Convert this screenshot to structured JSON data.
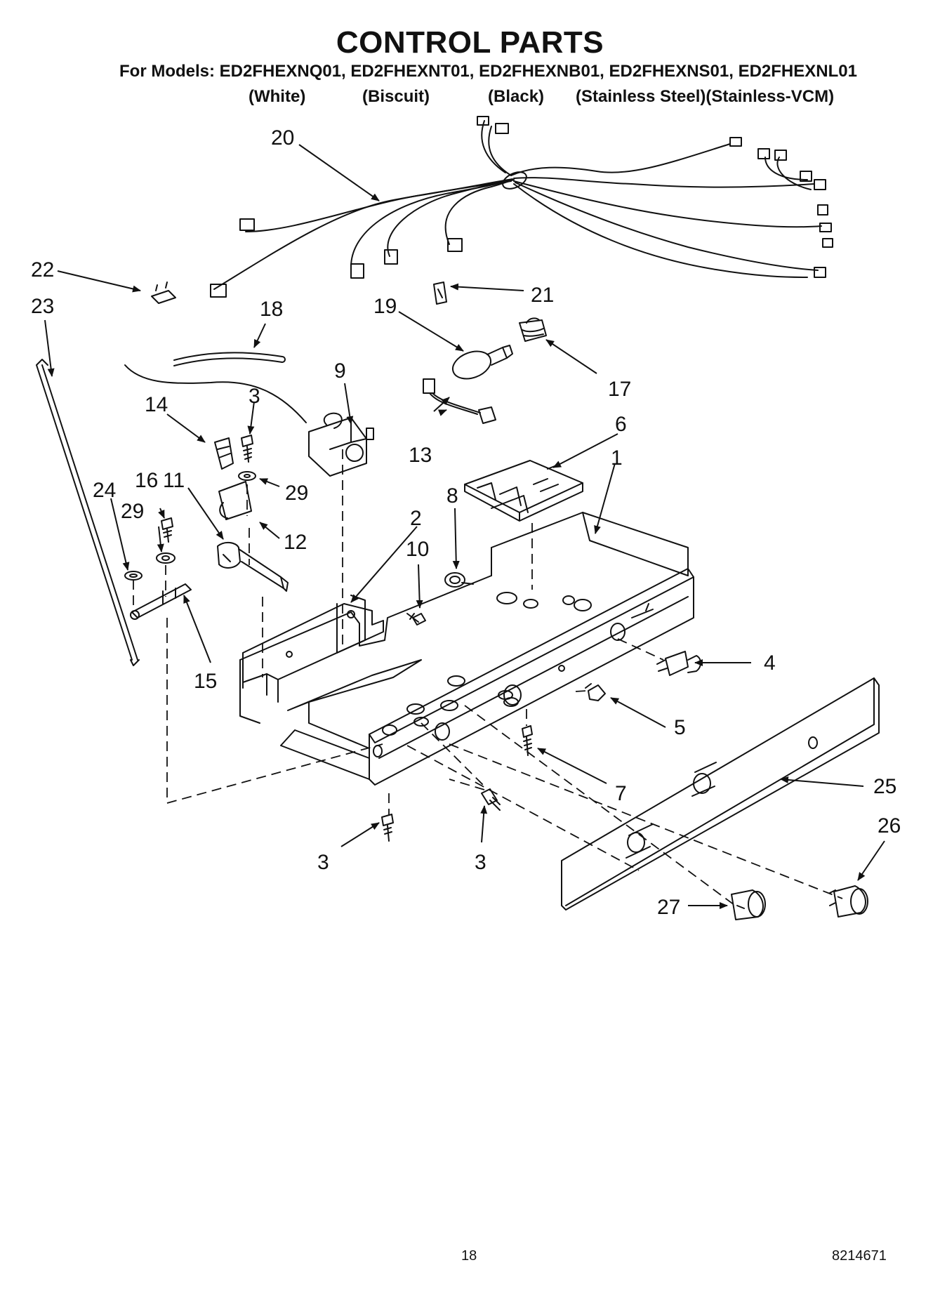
{
  "header": {
    "title": "CONTROL PARTS",
    "models_line": "For Models: ED2FHEXNQ01, ED2FHEXNT01, ED2FHEXNB01, ED2FHEXNS01, ED2FHEXNL01",
    "colors": [
      "(White)",
      "(Biscuit)",
      "(Black)",
      "(Stainless Steel)(Stainless-VCM)"
    ]
  },
  "callouts": [
    "20",
    "22",
    "23",
    "18",
    "21",
    "19",
    "17",
    "9",
    "3",
    "14",
    "13",
    "6",
    "16",
    "11",
    "24",
    "29",
    "29",
    "12",
    "8",
    "2",
    "1",
    "10",
    "4",
    "15",
    "5",
    "7",
    "25",
    "3",
    "3",
    "26",
    "27"
  ],
  "footer": {
    "page_number": "18",
    "doc_number": "8214671"
  }
}
